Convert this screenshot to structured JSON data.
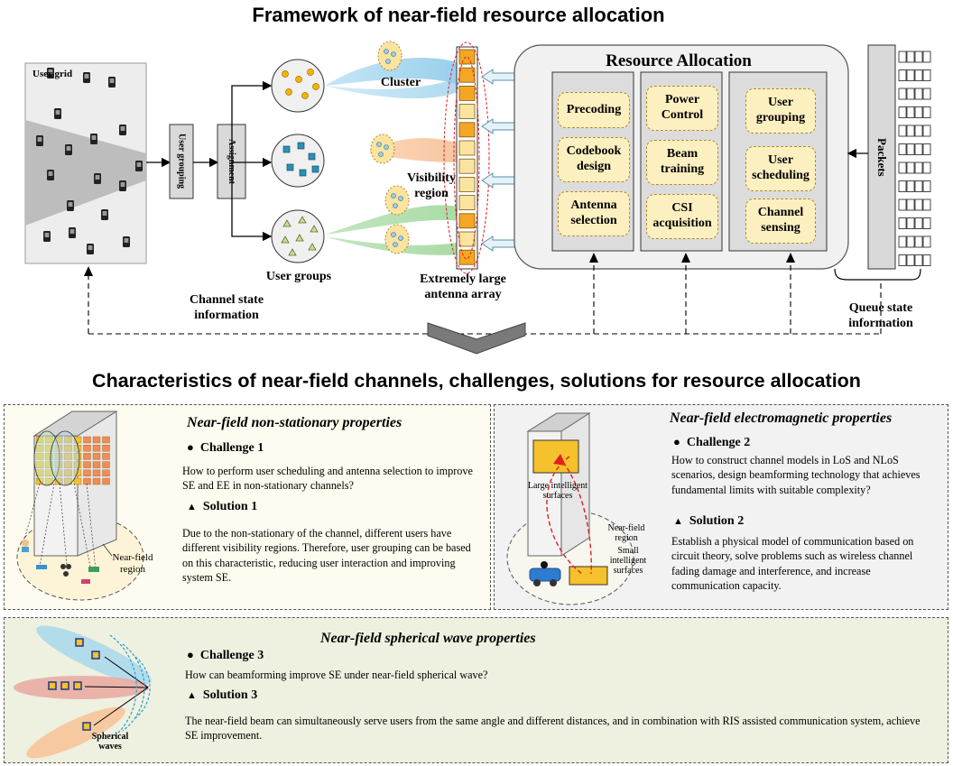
{
  "titles": {
    "framework": "Framework of near-field resource allocation",
    "characteristics": "Characteristics of near-field channels, challenges, solutions for resource allocation"
  },
  "top": {
    "user_grid": "User grid",
    "user_grouping": "User grouping",
    "assignment": "Assignment",
    "cluster": "Cluster",
    "visibility_region": "Visibility region",
    "user_groups": "User groups",
    "antenna_array": "Extremely large antenna array",
    "csi": "Channel state information",
    "queue": "Queue state information",
    "packets": "Packets"
  },
  "resource_allocation": {
    "title": "Resource Allocation",
    "col1": [
      "Precoding",
      "Codebook design",
      "Antenna selection"
    ],
    "col2": [
      "Power Control",
      "Beam training",
      "CSI acquisition"
    ],
    "col3": [
      "User grouping",
      "User scheduling",
      "Channel sensing"
    ]
  },
  "panel1": {
    "title": "Near-field non-stationary properties",
    "challenge": "Challenge 1",
    "challenge_text": "How to perform user scheduling and antenna selection to improve SE and EE in non-stationary channels?",
    "solution": "Solution 1",
    "solution_text": "Due to the non-stationary of the channel, different users have different visibility regions. Therefore, user grouping can be based on this characteristic, reducing user interaction and improving system SE.",
    "region": "Near-field region"
  },
  "panel2": {
    "title": "Near-field electromagnetic  properties",
    "challenge": "Challenge 2",
    "challenge_text": "How to construct channel models in LoS and NLoS scenarios, design beamforming technology that achieves fundamental limits with suitable complexity?",
    "solution": "Solution 2",
    "solution_text": "Establish a physical model of communication based on circuit theory, solve problems such as wireless channel fading damage and interference, and increase communication capacity.",
    "large_surface": "Large intelligent surfaces",
    "region": "Near-field region",
    "small_surface": "Small intelligent surfaces"
  },
  "panel3": {
    "title": "Near-field spherical wave properties",
    "challenge": "Challenge 3",
    "challenge_text": "How can beamforming improve SE under near-field spherical wave?",
    "solution": "Solution 3",
    "solution_text": "The near-field beam can simultaneously serve users from the same angle and different distances, and in combination with RIS assisted communication system, achieve SE improvement.",
    "waves": "Spherical waves"
  },
  "colors": {
    "panel1_bg": "#fefbf0",
    "panel2_bg": "#f2f2f2",
    "panel3_bg": "#eef0e0",
    "accent_yellow": "#fdf0c0",
    "array_orange": "#f5a623"
  }
}
